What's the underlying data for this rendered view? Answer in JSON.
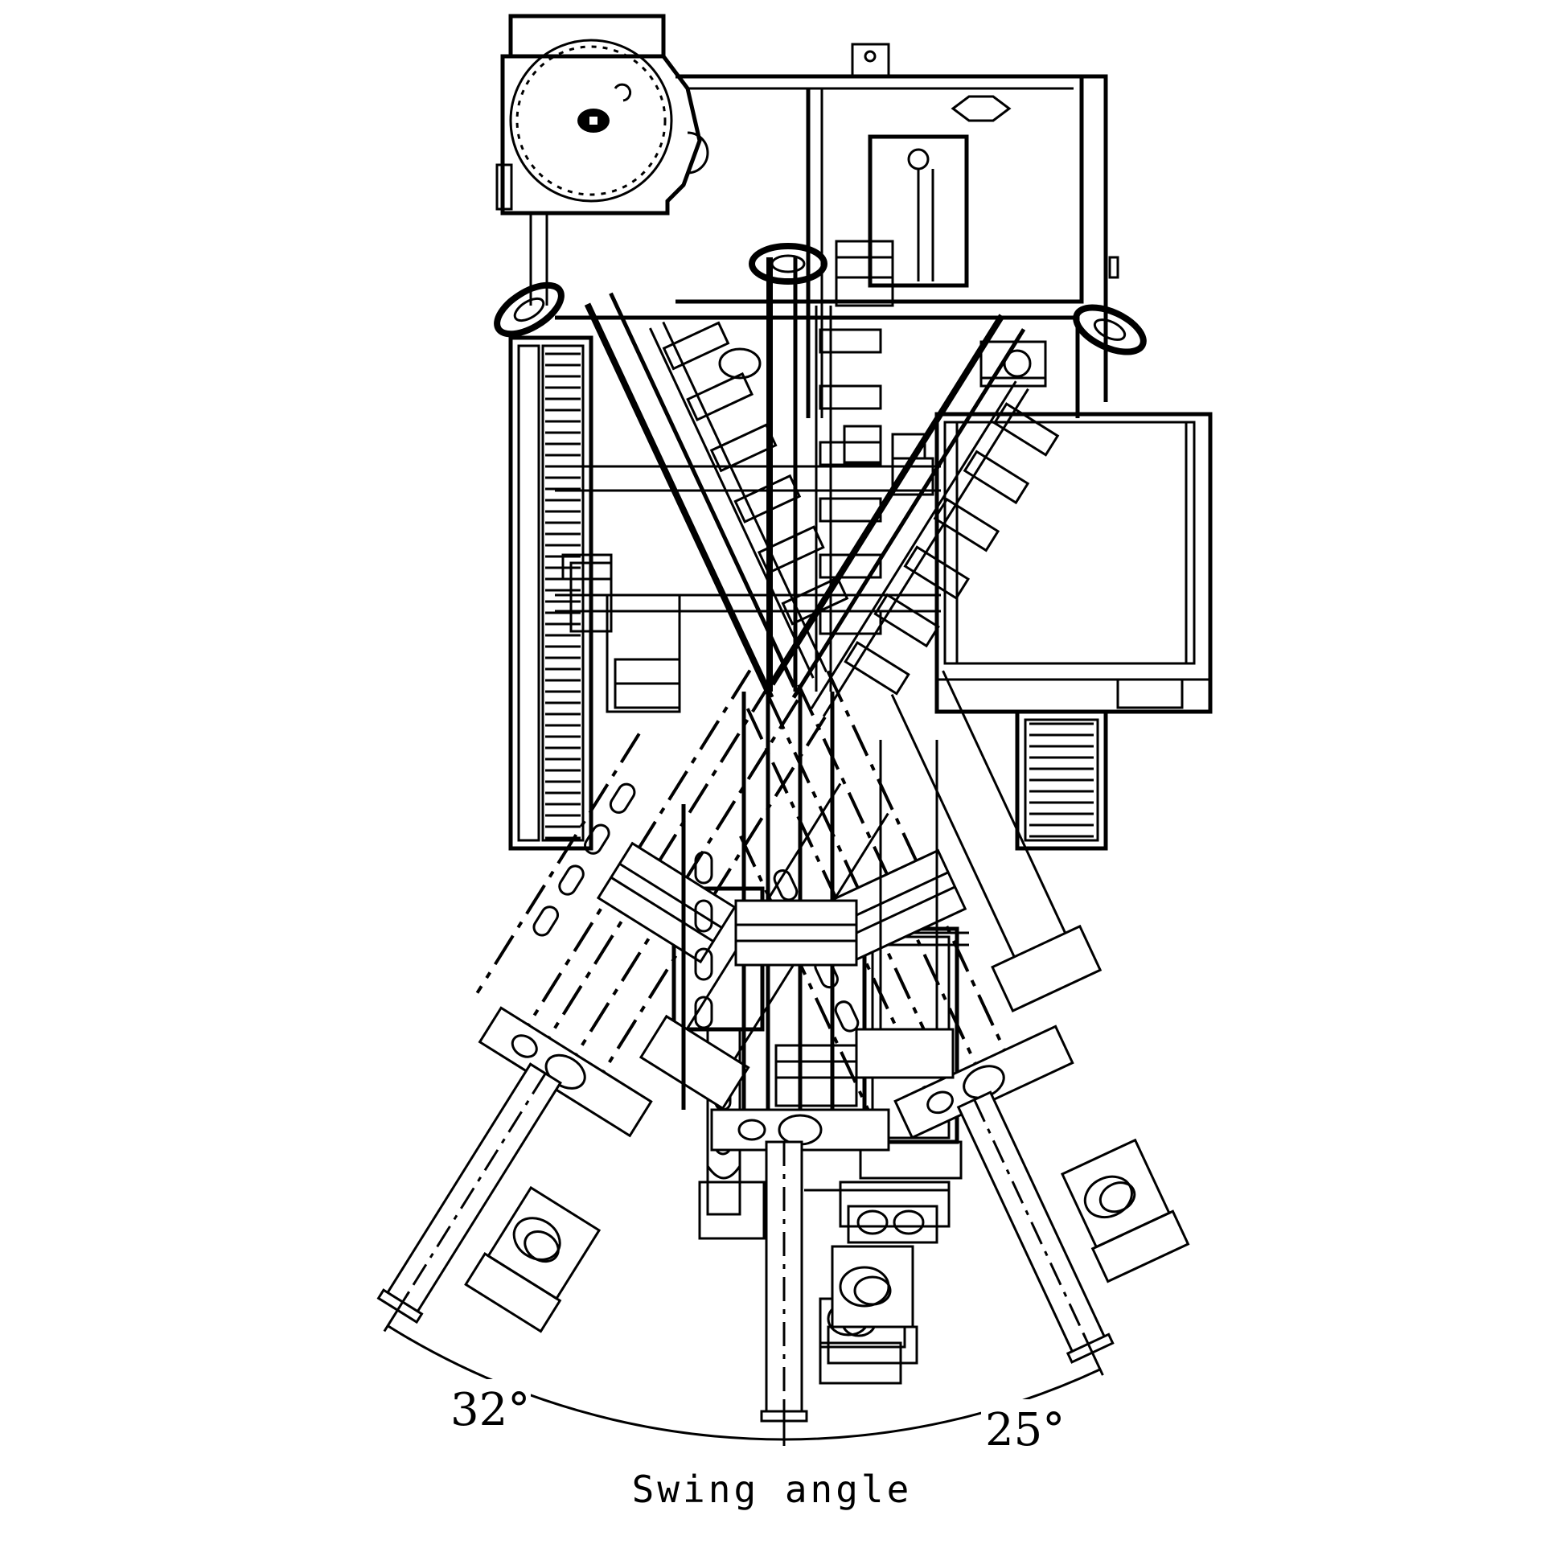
{
  "diagram": {
    "left_angle": "32°",
    "right_angle": "25°",
    "caption": "Swing angle",
    "swing": {
      "pivot": [
        975,
        860
      ],
      "left_deg": 32,
      "right_deg": 25
    }
  }
}
